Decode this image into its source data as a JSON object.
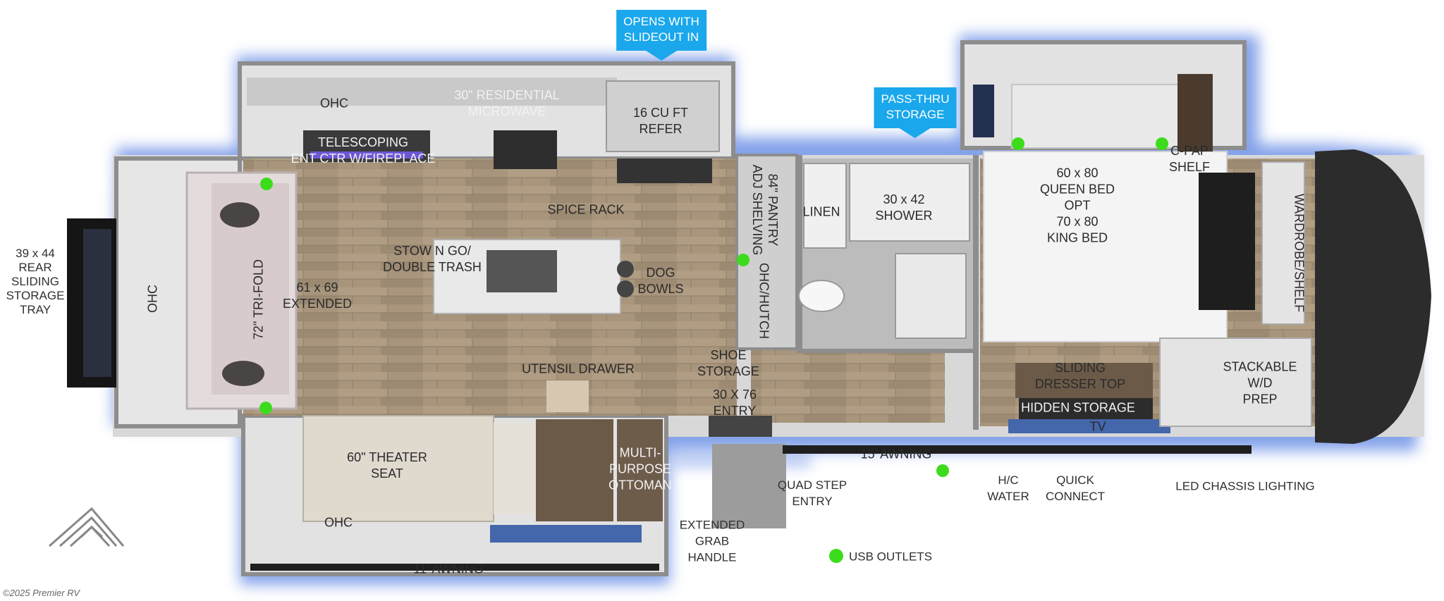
{
  "callouts": {
    "slideout": "OPENS WITH\nSLIDEOUT IN",
    "pass_thru": "PASS-THRU\nSTORAGE"
  },
  "rooms": {
    "ohc_rear": "OHC",
    "rear_tray": "39 x 44\nREAR\nSLIDING\nSTORAGE\nTRAY",
    "trifold": "72\" TRI-FOLD",
    "extended": "61 x 69\nEXTENDED",
    "ohc_kitchen": "OHC",
    "ent_ctr": "TELESCOPING\nENT CTR W/FIREPLACE",
    "microwave": "30\" RESIDENTIAL\nMICROWAVE",
    "refer": "16 CU FT\nREFER",
    "spice_rack": "SPICE RACK",
    "trash": "STOW N GO/\nDOUBLE TRASH",
    "dog_bowls": "DOG\nBOWLS",
    "utensil": "UTENSIL DRAWER",
    "theater": "60\" THEATER\nSEAT",
    "ohc_slide": "OHC",
    "ottoman": "MULTI-\nPURPOSE\nOTTOMAN",
    "awning_11": "11' AWNING",
    "pantry": "84\" PANTRY\nADJ SHELVING",
    "hutch": "OHC/HUTCH",
    "shoe": "SHOE\nSTORAGE",
    "entry": "30 X 76\nENTRY",
    "linen": "LINEN",
    "shower": "30 x 42\nSHOWER",
    "bed": "60 x 80\nQUEEN BED\nOPT\n70 x 80\nKING BED",
    "cpap": "C-PAP\nSHELF",
    "wardrobe": "WARDROBE/SHELF",
    "dresser": "SLIDING\nDRESSER TOP",
    "hidden": "HIDDEN STORAGE",
    "tv": "TV",
    "wd": "STACKABLE\nW/D\nPREP",
    "awning_15": "15' AWNING"
  },
  "exterior": {
    "quad_step": "QUAD STEP\nENTRY",
    "grab_handle": "EXTENDED\nGRAB\nHANDLE",
    "hc_water": "H/C\nWATER",
    "quick_connect": "QUICK\nCONNECT",
    "led_lighting": "LED CHASSIS LIGHTING"
  },
  "legend": {
    "usb": "USB OUTLETS"
  },
  "copyright": "©2025 Premier RV",
  "colors": {
    "glow": "#7f9ee8",
    "floor": "#a8957c",
    "wall": "#8d8d8d",
    "callout": "#1aa7ec",
    "usb": "#3cdc1c"
  }
}
